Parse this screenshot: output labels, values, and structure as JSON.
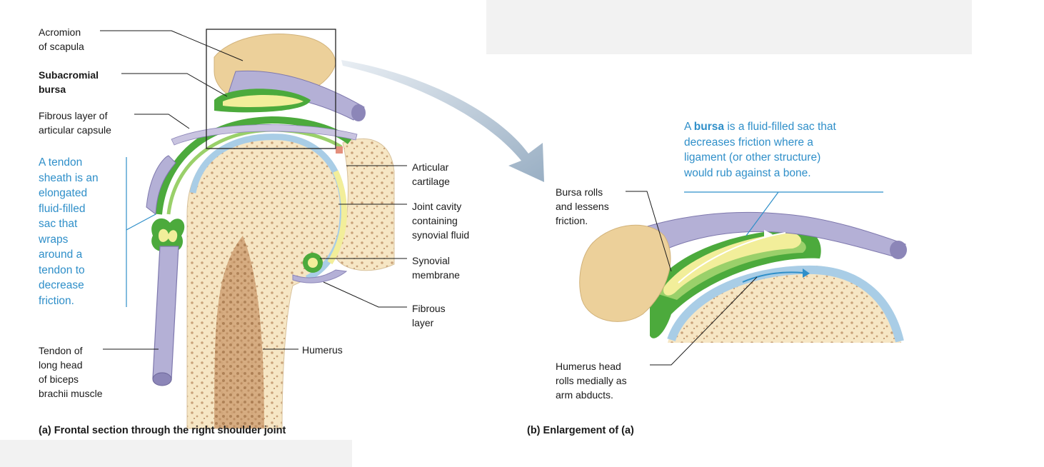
{
  "panel_a": {
    "labels": {
      "acromion": "Acromion\nof scapula",
      "subacromial_bursa": "Subacromial\nbursa",
      "fibrous_layer_capsule": "Fibrous layer of\narticular capsule",
      "articular_cartilage": "Articular\ncartilage",
      "joint_cavity": "Joint cavity\ncontaining\nsynovial fluid",
      "synovial_membrane": "Synovial\nmembrane",
      "fibrous_layer": "Fibrous\nlayer",
      "humerus": "Humerus",
      "biceps_tendon": "Tendon of\nlong head\nof biceps\nbrachii muscle"
    },
    "tendon_sheath_note": "A tendon\nsheath is an\nelongated\nfluid-filled\nsac that\nwraps\naround a\ntendon to\ndecrease\nfriction.",
    "caption": "(a) Frontal section through the right shoulder joint"
  },
  "panel_b": {
    "bursa_note_pre": "A ",
    "bursa_note_bold": "bursa",
    "bursa_note_post": " is a fluid-filled sac that\ndecreases friction where a\nligament (or other structure)\nwould rub against a bone.",
    "labels": {
      "bursa_rolls": "Bursa rolls\nand lessens\nfriction.",
      "humerus_head_rolls": "Humerus head\nrolls medially as\narm abducts."
    },
    "caption": "(b) Enlargement of (a)"
  },
  "colors": {
    "bone": "#f6e6c4",
    "bone_spots": "#c9a27a",
    "cartilage": "#a9cde6",
    "bursa_green": "#4caa3c",
    "bursa_fluid": "#f2ee9a",
    "ligament": "#b4b0d6",
    "acromion": "#ecd09a",
    "note_blue": "#2f8fc9",
    "arrow_grey": "#9fb3c6"
  }
}
